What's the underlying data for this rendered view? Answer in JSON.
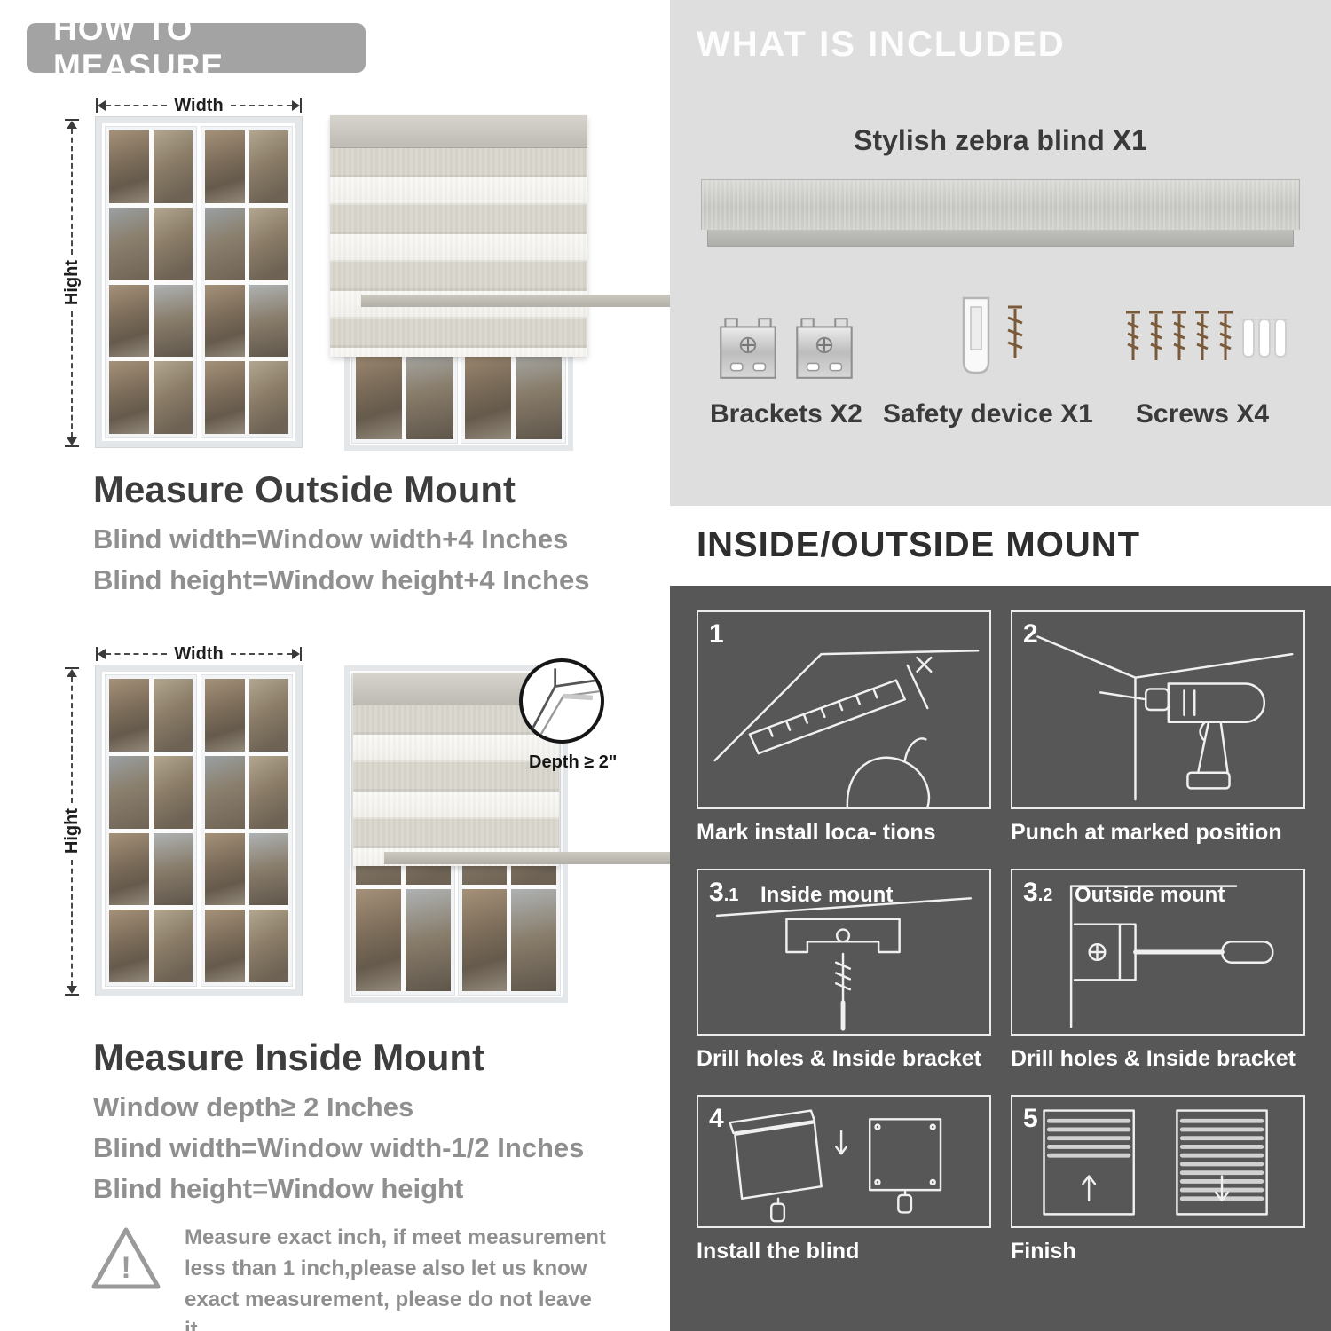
{
  "left": {
    "header": "HOW TO MEASURE",
    "dim": {
      "width": "Width",
      "height": "Hight"
    },
    "outside": {
      "title": "Measure Outside Mount",
      "line1": "Blind width=Window width+4 Inches",
      "line2": "Blind height=Window height+4 Inches"
    },
    "inside": {
      "title": "Measure Inside Mount",
      "depth_note": "Depth ≥ 2\"",
      "line1": "Window depth≥ 2 Inches",
      "line2": "Blind width=Window width-1/2 Inches",
      "line3": "Blind height=Window height"
    },
    "warning": {
      "mark": "!",
      "text": "Measure exact inch, if meet measurement less than 1 inch,please also let us know exact measurement, please do not leave it"
    }
  },
  "right": {
    "included": {
      "header": "WHAT IS INCLUDED",
      "blind_label": "Stylish zebra blind X1",
      "items": [
        {
          "label": "Brackets X2"
        },
        {
          "label": "Safety device X1"
        },
        {
          "label": "Screws X4"
        }
      ]
    },
    "mount": {
      "header": "INSIDE/OUTSIDE MOUNT",
      "steps": [
        {
          "num": "1",
          "sub": "",
          "inner": "",
          "caption": "Mark install loca- tions"
        },
        {
          "num": "2",
          "sub": "",
          "inner": "",
          "caption": "Punch at  marked position"
        },
        {
          "num": "3",
          "sub": ".1",
          "inner": "Inside mount",
          "caption": "Drill holes &  Inside bracket"
        },
        {
          "num": "3",
          "sub": ".2",
          "inner": "Outside mount",
          "caption": "Drill holes &  Inside bracket"
        },
        {
          "num": "4",
          "sub": "",
          "inner": "",
          "caption": "Install the blind"
        },
        {
          "num": "5",
          "sub": "",
          "inner": "",
          "caption": "Finish"
        }
      ]
    }
  }
}
